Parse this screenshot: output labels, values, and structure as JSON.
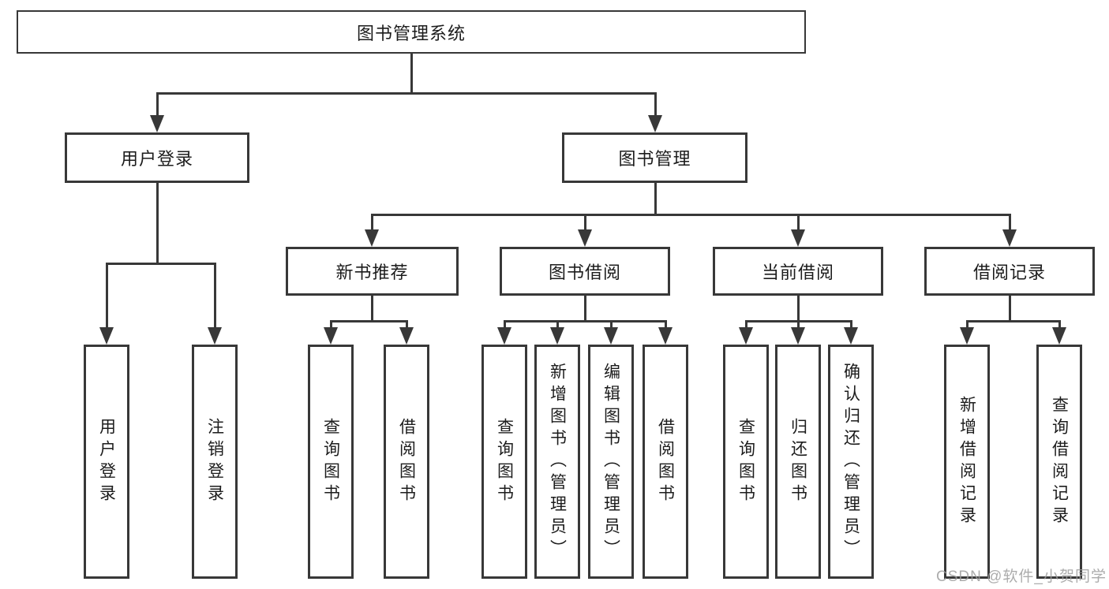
{
  "title": "图书管理系统",
  "colors": {
    "background": "#ffffff",
    "line": "#383838",
    "text": "#1c1c1c",
    "watermark": "#9e9e9e"
  },
  "watermark": {
    "text": "CSDN @软件_小贺同学"
  },
  "tree": {
    "root": {
      "label": "图书管理系统"
    },
    "level2": [
      {
        "label": "用户登录",
        "children": [
          {
            "label": "用户登录"
          },
          {
            "label": "注销登录"
          }
        ]
      },
      {
        "label": "图书管理",
        "modules": [
          {
            "label": "新书推荐",
            "children": [
              {
                "label": "查询图书"
              },
              {
                "label": "借阅图书"
              }
            ]
          },
          {
            "label": "图书借阅",
            "children": [
              {
                "label": "查询图书"
              },
              {
                "label": "新增图书（管理员）"
              },
              {
                "label": "编辑图书（管理员）"
              },
              {
                "label": "借阅图书"
              }
            ]
          },
          {
            "label": "当前借阅",
            "children": [
              {
                "label": "查询图书"
              },
              {
                "label": "归还图书"
              },
              {
                "label": "确认归还（管理员）"
              }
            ]
          },
          {
            "label": "借阅记录",
            "children": [
              {
                "label": "新增借阅记录"
              },
              {
                "label": "查询借阅记录"
              }
            ]
          }
        ]
      }
    ]
  }
}
